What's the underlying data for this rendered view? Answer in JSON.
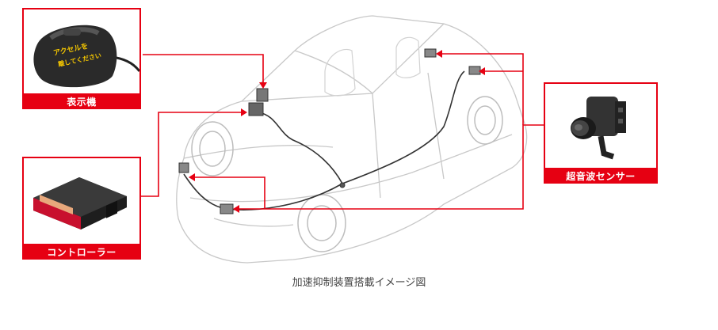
{
  "components": {
    "display_unit": {
      "label": "表示機",
      "screen_text": [
        "アクセルを",
        "離してください"
      ]
    },
    "controller": {
      "label": "コントローラー"
    },
    "ultrasonic_sensor": {
      "label": "超音波センサー"
    }
  },
  "caption": "加速抑制装置搭載イメージ図",
  "colors": {
    "accent": "#e60012",
    "car_outline": "#c8c8c8",
    "wire": "#333333",
    "caption_text": "#444444"
  },
  "icons": [
    "display-unit-image",
    "controller-image",
    "ultrasonic-sensor-image",
    "car-wireframe"
  ]
}
